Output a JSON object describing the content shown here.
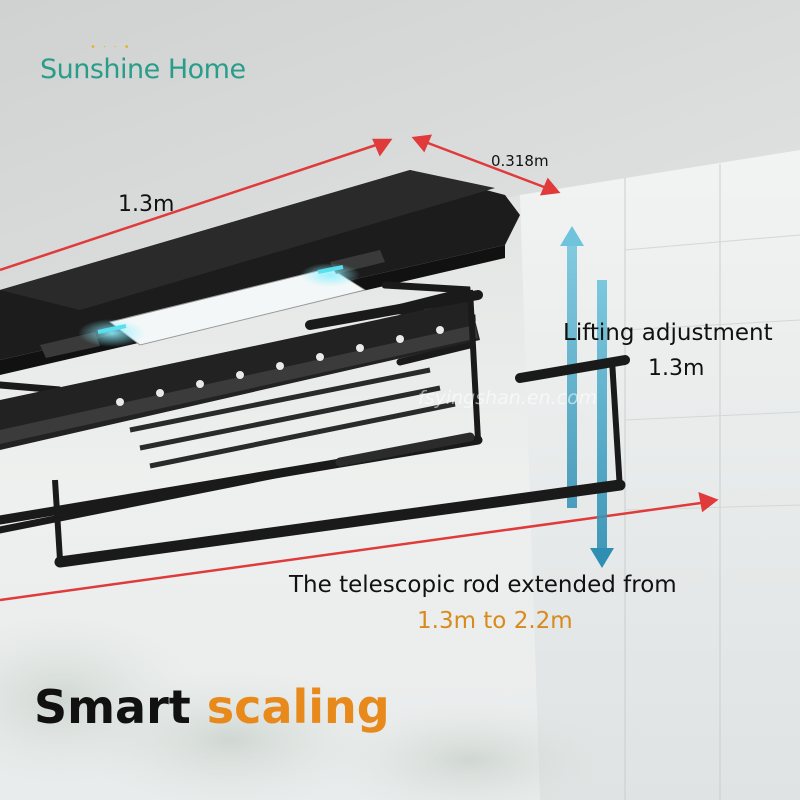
{
  "brand": {
    "name": "Sunshine Home"
  },
  "dimensions": {
    "length": "1.3m",
    "depth": "0.318m"
  },
  "lifting": {
    "title": "Lifting adjustment",
    "value": "1.3m"
  },
  "telescopic": {
    "title": "The telescopic rod extended from",
    "range": "1.3m to 2.2m"
  },
  "watermark": "fsyingshan.en.com",
  "headline": {
    "word1": "Smart",
    "word2": "scaling"
  },
  "colors": {
    "brand_teal": "#2a9d8a",
    "accent_orange": "#e8891b",
    "arrow_red": "#e03a3a",
    "arrow_blue": "#4aa8c8",
    "led_cyan": "#59e0f0"
  },
  "icons": {
    "brand_sparkle": "sparkle-dots",
    "arrows": [
      "double-arrow-red",
      "vertical-arrow-blue"
    ]
  }
}
